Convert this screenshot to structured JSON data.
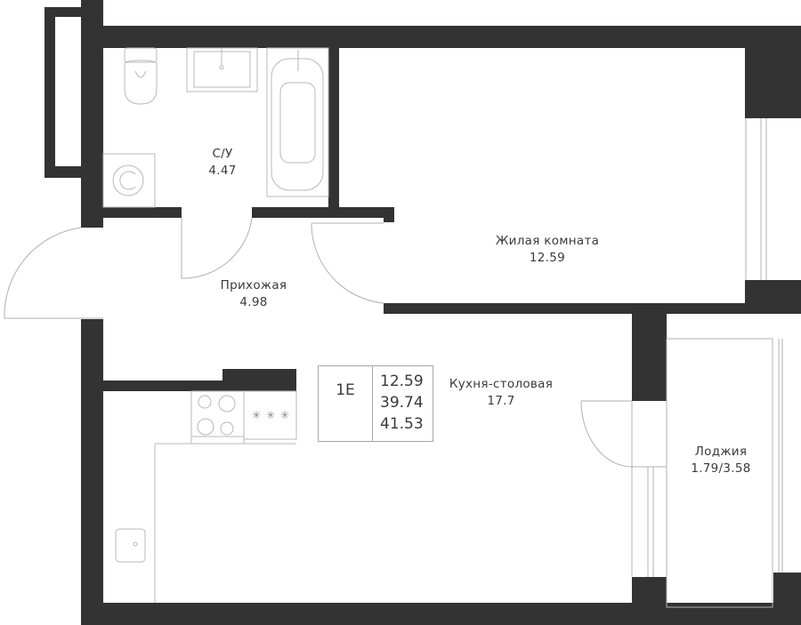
{
  "plan": {
    "apartment_code": "1E",
    "areas": {
      "living": "12.59",
      "total": "39.74",
      "total_with_loggia": "41.53"
    },
    "rooms": [
      {
        "id": "bathroom",
        "name": "С/У",
        "area": "4.47"
      },
      {
        "id": "hallway",
        "name": "Прихожая",
        "area": "4.98"
      },
      {
        "id": "living-room",
        "name": "Жилая комната",
        "area": "12.59"
      },
      {
        "id": "kitchen-dining",
        "name": "Кухня-столовая",
        "area": "17.7"
      },
      {
        "id": "loggia",
        "name": "Лоджия",
        "area": "1.79/3.58"
      }
    ],
    "colors": {
      "wall": "#333333",
      "line": "#b0b0b0",
      "text": "#3a3a3a",
      "background": "#ffffff"
    }
  }
}
